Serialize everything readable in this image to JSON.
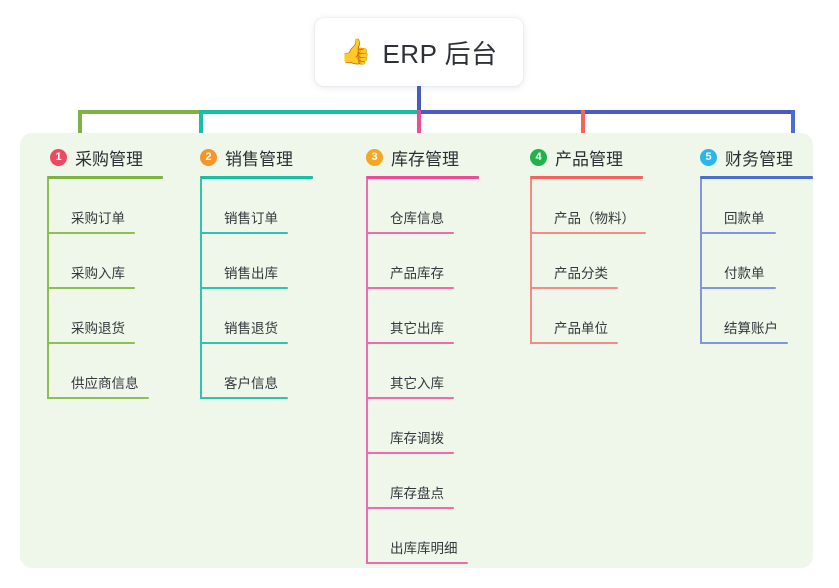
{
  "diagram": {
    "type": "mindmap",
    "root": {
      "icon": "thumbs-up-icon",
      "emoji": "👍",
      "title": "ERP 后台"
    },
    "panel_color": "#eef7e9",
    "background_color": "#ffffff",
    "trunk_color": "#4a5bc0",
    "branches": [
      {
        "index": "1",
        "label": "采购管理",
        "badge_color": "#ec4a62",
        "line_color": "#7cb342",
        "leaves": [
          {
            "label": "采购订单"
          },
          {
            "label": "采购入库"
          },
          {
            "label": "采购退货"
          },
          {
            "label": "供应商信息"
          }
        ]
      },
      {
        "index": "2",
        "label": "销售管理",
        "badge_color": "#f5952a",
        "line_color": "#18bfa5",
        "leaves": [
          {
            "label": "销售订单"
          },
          {
            "label": "销售出库"
          },
          {
            "label": "销售退货"
          },
          {
            "label": "客户信息"
          }
        ]
      },
      {
        "index": "3",
        "label": "库存管理",
        "badge_color": "#f5a623",
        "line_color": "#ec4d9b",
        "leaves": [
          {
            "label": "仓库信息"
          },
          {
            "label": "产品库存"
          },
          {
            "label": "其它出库"
          },
          {
            "label": "其它入库"
          },
          {
            "label": "库存调拨"
          },
          {
            "label": "库存盘点"
          },
          {
            "label": "出库库明细"
          }
        ]
      },
      {
        "index": "4",
        "label": "产品管理",
        "badge_color": "#22b14c",
        "line_color": "#f4645c",
        "leaves": [
          {
            "label": "产品（物料）"
          },
          {
            "label": "产品分类"
          },
          {
            "label": "产品单位"
          }
        ]
      },
      {
        "index": "5",
        "label": "财务管理",
        "badge_color": "#29b6e8",
        "line_color": "#4a6fd4",
        "leaves": [
          {
            "label": "回款单"
          },
          {
            "label": "付款单"
          },
          {
            "label": "结算账户"
          }
        ]
      }
    ]
  }
}
